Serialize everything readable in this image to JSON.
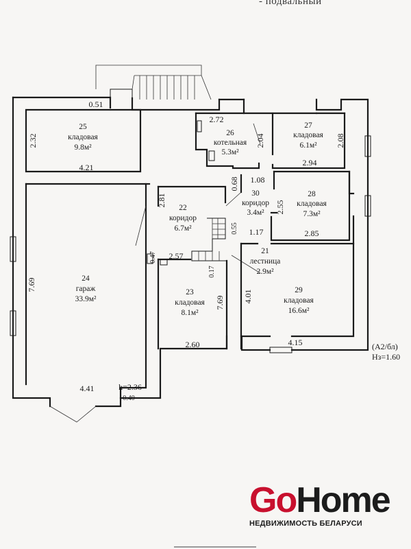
{
  "header": {
    "partial_text": "- подвальный"
  },
  "rooms": [
    {
      "id": "21",
      "name": "лестница",
      "area": "2.9м²"
    },
    {
      "id": "22",
      "name": "коридор",
      "area": "6.7м²"
    },
    {
      "id": "23",
      "name": "кладовая",
      "area": "8.1м²"
    },
    {
      "id": "24",
      "name": "гараж",
      "area": "33.9м²"
    },
    {
      "id": "25",
      "name": "кладовая",
      "area": "9.8м²"
    },
    {
      "id": "26",
      "name": "котельная",
      "area": "5.3м²"
    },
    {
      "id": "27",
      "name": "кладовая",
      "area": "6.1м²"
    },
    {
      "id": "28",
      "name": "кладовая",
      "area": "7.3м²"
    },
    {
      "id": "29",
      "name": "кладовая",
      "area": "16.6м²"
    },
    {
      "id": "30",
      "name": "коридор",
      "area": "3.4м²"
    }
  ],
  "dimensions": {
    "d_051": "0.51",
    "d_232": "2.32",
    "d_421": "4.21",
    "d_272": "2.72",
    "d_204": "2.04",
    "d_208": "2.08",
    "d_294": "2.94",
    "d_108": "1.08",
    "d_068": "0.68",
    "d_281": "2.81",
    "d_255": "2.55",
    "d_285": "2.85",
    "d_055": "0.55",
    "d_117": "1.17",
    "d_047": "0.47",
    "d_257": "2.57",
    "d_017": "0.17",
    "d_769_left": "7.69",
    "d_769_room": "7.69",
    "d_401": "4.01",
    "d_260": "2.60",
    "d_415": "4.15",
    "d_441": "4.41",
    "d_h236": "h=2.36",
    "d_040": "0.40"
  },
  "level_note": {
    "line1": "(А2/бл)",
    "line2": "Hз=1.60"
  },
  "brand": {
    "go": "Go",
    "home": "Home",
    "tagline": "НЕДВИЖИМОСТЬ БЕЛАРУСИ"
  },
  "colors": {
    "brand_red": "#c8102e",
    "brand_dark": "#1c1c1c"
  }
}
